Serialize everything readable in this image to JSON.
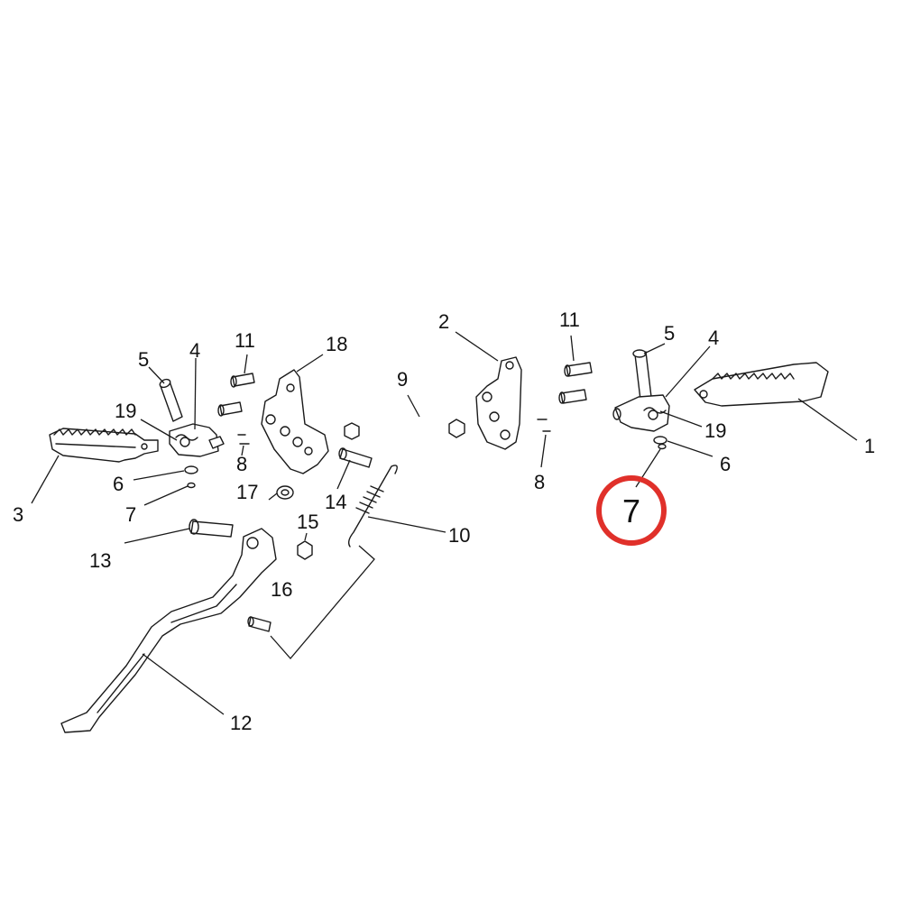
{
  "callouts": {
    "c1": "1",
    "c2": "2",
    "c3": "3",
    "c4a": "4",
    "c4b": "4",
    "c5a": "5",
    "c5b": "5",
    "c6a": "6",
    "c6b": "6",
    "c7a": "7",
    "c8a": "8",
    "c8b": "8",
    "c9": "9",
    "c10": "10",
    "c11a": "11",
    "c11b": "11",
    "c12": "12",
    "c13": "13",
    "c14": "14",
    "c15": "15",
    "c16": "16",
    "c17": "17",
    "c18": "18",
    "c19a": "19",
    "c19b": "19"
  },
  "highlight": {
    "label": "7",
    "ring_color": "#e0302a"
  }
}
